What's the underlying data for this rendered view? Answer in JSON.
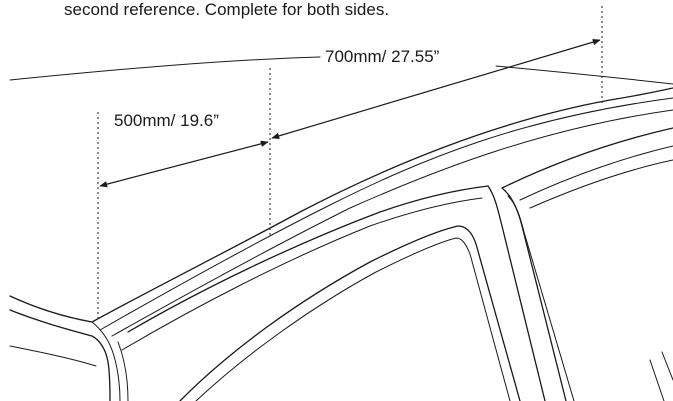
{
  "caption_text": "second reference. Complete for both sides.",
  "dimensions": {
    "long": "700mm/ 27.55”",
    "short": "500mm/ 19.6”"
  }
}
